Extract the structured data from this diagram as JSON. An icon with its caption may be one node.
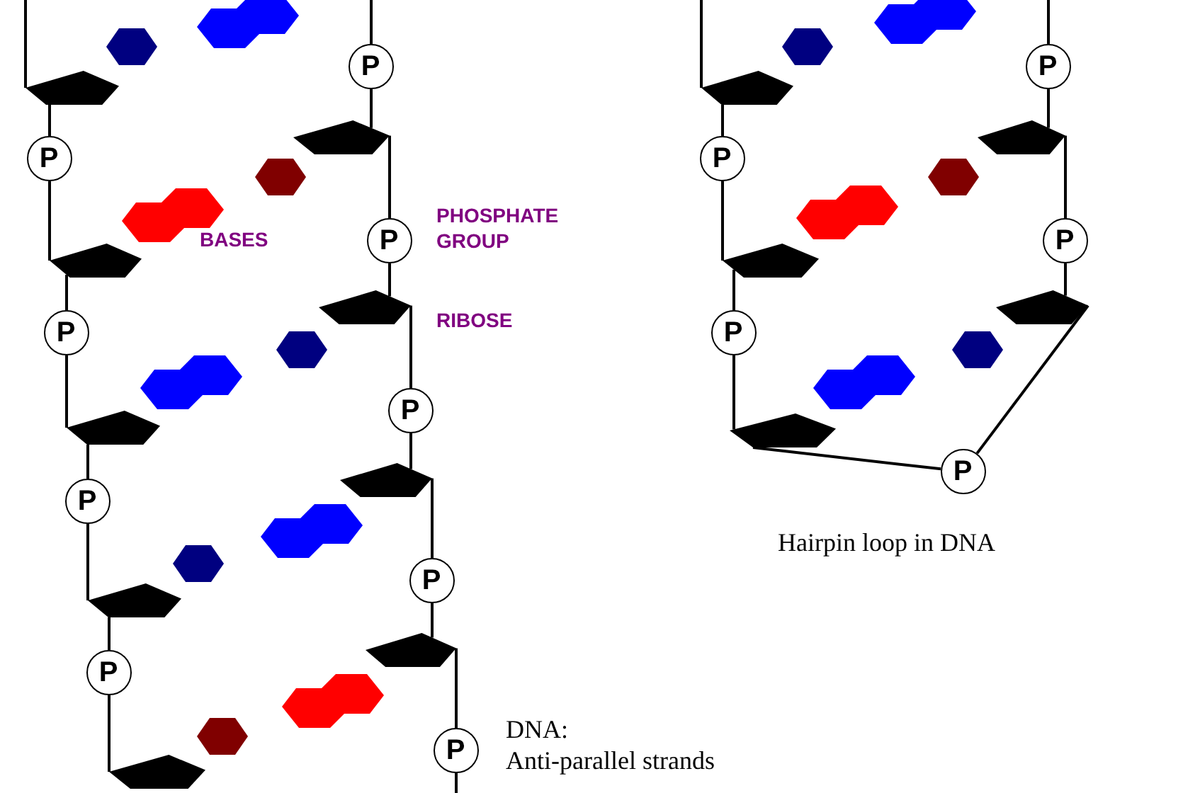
{
  "diagram": {
    "nodes": [
      {
        "text": [],
        "shape": "pentagon"
      },
      {
        "text": [
          "P"
        ]
      },
      {
        "text": [],
        "shape": "pentagon"
      },
      {
        "text": [
          "P"
        ]
      },
      {
        "text": [
          "P"
        ]
      },
      {
        "text": [],
        "shape": "pentagon"
      },
      {
        "text": [],
        "shape": "pentagon"
      },
      {
        "text": [
          "P"
        ]
      },
      {
        "text": [
          "P"
        ]
      },
      {
        "text": [],
        "shape": "pentagon"
      },
      {
        "text": [],
        "shape": "pentagon"
      },
      {
        "text": [
          "P"
        ]
      },
      {
        "text": [
          "P"
        ]
      },
      {
        "text": [],
        "shape": "pentagon"
      },
      {
        "text": [],
        "shape": "pentagon"
      },
      {
        "text": [
          "P"
        ]
      },
      {
        "text": [
          "P"
        ]
      },
      {
        "text": [],
        "shape": "pentagon"
      },
      {
        "text": [],
        "shape": "pentagon"
      },
      {
        "text": [
          "P"
        ]
      },
      {
        "text": [],
        "shape": "pentagon"
      },
      {
        "text": [
          "P"
        ]
      },
      {
        "text": [
          "P"
        ]
      },
      {
        "text": [],
        "shape": "pentagon"
      },
      {
        "text": [],
        "shape": "pentagon"
      },
      {
        "text": [
          "P"
        ]
      },
      {
        "text": [],
        "shape": "pentagon"
      },
      {
        "text": [
          "P"
        ]
      }
    ],
    "edges": [
      {
        "from": null,
        "to": 0,
        "arrow": "none"
      },
      {
        "from": 0,
        "to": 3,
        "arrow": "none"
      },
      {
        "from": 3,
        "to": 5,
        "arrow": "none"
      },
      {
        "from": 5,
        "to": 7,
        "arrow": "none"
      },
      {
        "from": 7,
        "to": 9,
        "arrow": "none"
      },
      {
        "from": 9,
        "to": 11,
        "arrow": "none"
      },
      {
        "from": 11,
        "to": 13,
        "arrow": "none"
      },
      {
        "from": 13,
        "to": 15,
        "arrow": "none"
      },
      {
        "from": 15,
        "to": 17,
        "arrow": "none"
      },
      {
        "from": null,
        "to": 1,
        "arrow": "none"
      },
      {
        "from": 1,
        "to": 2,
        "arrow": "none"
      },
      {
        "from": 2,
        "to": 4,
        "arrow": "none"
      },
      {
        "from": 4,
        "to": 6,
        "arrow": "none"
      },
      {
        "from": 6,
        "to": 8,
        "arrow": "none"
      },
      {
        "from": 8,
        "to": 10,
        "arrow": "none"
      },
      {
        "from": 10,
        "to": 12,
        "arrow": "none"
      },
      {
        "from": 12,
        "to": 14,
        "arrow": "none"
      },
      {
        "from": 14,
        "to": 16,
        "arrow": "none"
      },
      {
        "from": 16,
        "to": null,
        "arrow": "none"
      },
      {
        "from": null,
        "to": 18,
        "arrow": "none"
      },
      {
        "from": 18,
        "to": 21,
        "arrow": "none"
      },
      {
        "from": 21,
        "to": 23,
        "arrow": "none"
      },
      {
        "from": 23,
        "to": 25,
        "arrow": "none"
      },
      {
        "from": 25,
        "to": 26,
        "arrow": "none"
      },
      {
        "from": 26,
        "to": 27,
        "arrow": "none"
      },
      {
        "from": 27,
        "to": 24,
        "arrow": "none"
      },
      {
        "from": null,
        "to": 19,
        "arrow": "none"
      },
      {
        "from": 19,
        "to": 20,
        "arrow": "none"
      },
      {
        "from": 20,
        "to": 22,
        "arrow": "none"
      },
      {
        "from": 22,
        "to": 24,
        "arrow": "none"
      }
    ],
    "labels": [
      "PHOSPHATE GROUP",
      "BASES",
      "RIBOSE",
      "Hairpin loop in DNA",
      "DNA:",
      "Anti-parallel strands"
    ]
  }
}
